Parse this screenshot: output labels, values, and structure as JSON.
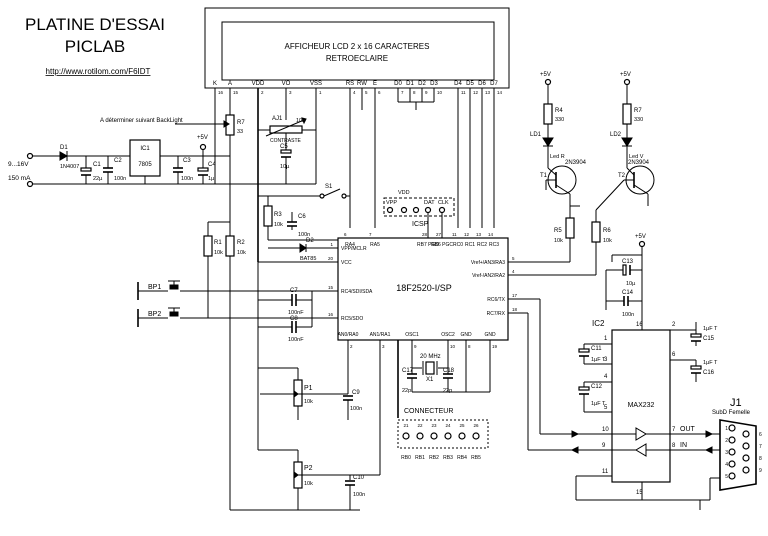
{
  "title": {
    "line1": "PLATINE D'ESSAI",
    "line2": "PICLAB",
    "url": "http://www.rotilom.com/F6IDT"
  },
  "lcd": {
    "line1": "AFFICHEUR LCD 2 x 16 CARACTERES",
    "line2": "RETROECLAIRE",
    "pins": [
      {
        "name": "K",
        "num": "16"
      },
      {
        "name": "A",
        "num": "15"
      },
      {
        "name": "VDD",
        "num": "2"
      },
      {
        "name": "VO",
        "num": "3"
      },
      {
        "name": "VSS",
        "num": "1"
      },
      {
        "name": "RS",
        "num": "4"
      },
      {
        "name": "RW",
        "num": "5"
      },
      {
        "name": "E",
        "num": "6"
      },
      {
        "name": "D0",
        "num": "7"
      },
      {
        "name": "D1",
        "num": "8"
      },
      {
        "name": "D2",
        "num": "9"
      },
      {
        "name": "D3",
        "num": "10"
      },
      {
        "name": "D4",
        "num": "11"
      },
      {
        "name": "D5",
        "num": "12"
      },
      {
        "name": "D6",
        "num": "13"
      },
      {
        "name": "D7",
        "num": "14"
      }
    ]
  },
  "backlight_note": "A déterminer suivant BackLight",
  "power": {
    "input_voltage": "9...16V",
    "input_current": "150 mA",
    "d1": "D1",
    "d1_value": "1N4007",
    "c1": "C1",
    "c1_value": "22µ",
    "c2": "C2",
    "c2_value": "100n",
    "ic1": "IC1",
    "ic1_value": "7805",
    "c3": "C3",
    "c3_value": "100n",
    "c4": "C4",
    "c4_value": "1µ",
    "vcc_label": "+5V"
  },
  "contrast": {
    "ref": "AJ1",
    "value": "10k",
    "label": "CONTRASTE",
    "c5": "C5",
    "c5_value": "10µ"
  },
  "r7": {
    "ref": "R7",
    "value": "33"
  },
  "switch": {
    "ref": "S1"
  },
  "reset": {
    "r3": "R3",
    "r3_value": "10k",
    "c6": "C6",
    "c6_value": "100n",
    "d2": "D2",
    "d2_value": "BAT85"
  },
  "icsp": {
    "label": "ICSP",
    "pins": [
      "VDD",
      "VPP",
      "DAT",
      "CLK"
    ]
  },
  "mcu": {
    "ref": "18F2520-I/SP",
    "top_pins": [
      {
        "num": "6",
        "name": "RA4"
      },
      {
        "num": "7",
        "name": "RA5"
      },
      {
        "num": "28",
        "name": "RB7 PGD"
      },
      {
        "num": "27",
        "name": "RB6 PGC"
      },
      {
        "num": "11",
        "name": "RC0"
      },
      {
        "num": "12",
        "name": "RC1"
      },
      {
        "num": "13",
        "name": "RC2"
      },
      {
        "num": "14",
        "name": "RC3"
      }
    ],
    "left_pins": [
      {
        "num": "1",
        "name": "VPP/MCLR"
      },
      {
        "num": "20",
        "name": "VCC"
      },
      {
        "num": "15",
        "name": "RC4/SDI/SDA"
      },
      {
        "num": "16",
        "name": "RC5/SDO"
      }
    ],
    "right_pins": [
      {
        "num": "5",
        "name": "Vref+/AN3/RA3"
      },
      {
        "num": "4",
        "name": "Vref-/AN2/RA2"
      },
      {
        "num": "17",
        "name": "RC6/TX"
      },
      {
        "num": "18",
        "name": "RC7/RX"
      }
    ],
    "bottom_pins": [
      {
        "num": "2",
        "name": "AN0/RA0"
      },
      {
        "num": "3",
        "name": "AN1/RA1"
      },
      {
        "num": "9",
        "name": "OSC1"
      },
      {
        "num": "10",
        "name": "OSC2"
      },
      {
        "num": "8",
        "name": "GND"
      },
      {
        "num": "19",
        "name": "GND"
      }
    ]
  },
  "bp": {
    "bp1": "BP1",
    "bp2": "BP2",
    "r1": "R1",
    "r1_value": "10k",
    "r2": "R2",
    "r2_value": "10k",
    "c7": "C7",
    "c7_value": "100nF",
    "c8": "C8",
    "c8_value": "100nF"
  },
  "pots": {
    "p1": "P1",
    "p1_value": "10k",
    "c9": "C9",
    "c9_value": "100n",
    "p2": "P2",
    "p2_value": "10k",
    "c10": "C10",
    "c10_value": "100n"
  },
  "crystal": {
    "freq": "20 MHz",
    "x1": "X1",
    "c17": "C17",
    "c17_value": "22p",
    "c18": "C18",
    "c18_value": "22p"
  },
  "connector": {
    "label": "CONNECTEUR",
    "pins": [
      {
        "num": "21",
        "name": "RB0"
      },
      {
        "num": "22",
        "name": "RB1"
      },
      {
        "num": "23",
        "name": "RB2"
      },
      {
        "num": "24",
        "name": "RB3"
      },
      {
        "num": "25",
        "name": "RB4"
      },
      {
        "num": "26",
        "name": "RB5"
      }
    ]
  },
  "leds": {
    "vcc": "+5V",
    "r4": "R4",
    "r4_value": "330",
    "ld1": "LD1",
    "ld1_label": "Led R",
    "t1": "T1",
    "t1_value": "2N3904",
    "r5": "R5",
    "r5_value": "10k",
    "r7b": "R7",
    "r7b_value": "330",
    "ld2": "LD2",
    "ld2_label": "Led V",
    "t2": "T2",
    "t2_value": "2N3904",
    "r6": "R6",
    "r6_value": "10k"
  },
  "max232": {
    "ref": "IC2",
    "name": "MAX232",
    "vcc": "+5V",
    "c13": "C13",
    "c13_value": "10µ",
    "c14": "C14",
    "c14_value": "100n",
    "c11": "C11",
    "c11_value": "1µF T",
    "c12": "C12",
    "c12_value": "1µF T",
    "c15": "C15",
    "c15_value": "1µF T",
    "c16": "C16",
    "c16_value": "1µF T",
    "pins": {
      "p16": "16",
      "p1": "1",
      "p3": "3",
      "p4": "4",
      "p5": "5",
      "p2": "2",
      "p6": "6",
      "p10": "10",
      "p7": "7",
      "p9": "9",
      "p8": "8",
      "p11": "11",
      "p15": "15"
    },
    "out_label": "OUT",
    "in_label": "IN"
  },
  "j1": {
    "ref": "J1",
    "label": "SubD Femelle",
    "pins": [
      "1",
      "2",
      "3",
      "4",
      "5",
      "6",
      "7",
      "8",
      "9"
    ]
  }
}
